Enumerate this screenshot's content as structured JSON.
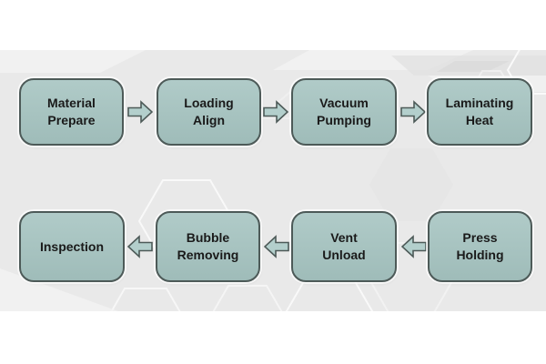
{
  "colors": {
    "canvas_background": "#ffffff",
    "band_background": "#e9e9e9",
    "box_fill_top": "#b0cbc8",
    "box_fill_bottom": "#9fbcb9",
    "box_border": "#4d5a58",
    "arrow_fill": "#b3cfcc",
    "text": "#1a1a1a"
  },
  "flow": {
    "row1": [
      {
        "label": "Material\nPrepare"
      },
      {
        "label": "Loading\nAlign"
      },
      {
        "label": "Vacuum\nPumping"
      },
      {
        "label": "Laminating\nHeat"
      }
    ],
    "row2": [
      {
        "label": "Inspection"
      },
      {
        "label": "Bubble\nRemoving"
      },
      {
        "label": "Vent\nUnload"
      },
      {
        "label": "Press\nHolding"
      }
    ],
    "sequence": [
      "Material Prepare",
      "Loading Align",
      "Vacuum Pumping",
      "Laminating Heat",
      "Press Holding",
      "Vent Unload",
      "Bubble Removing",
      "Inspection"
    ]
  }
}
